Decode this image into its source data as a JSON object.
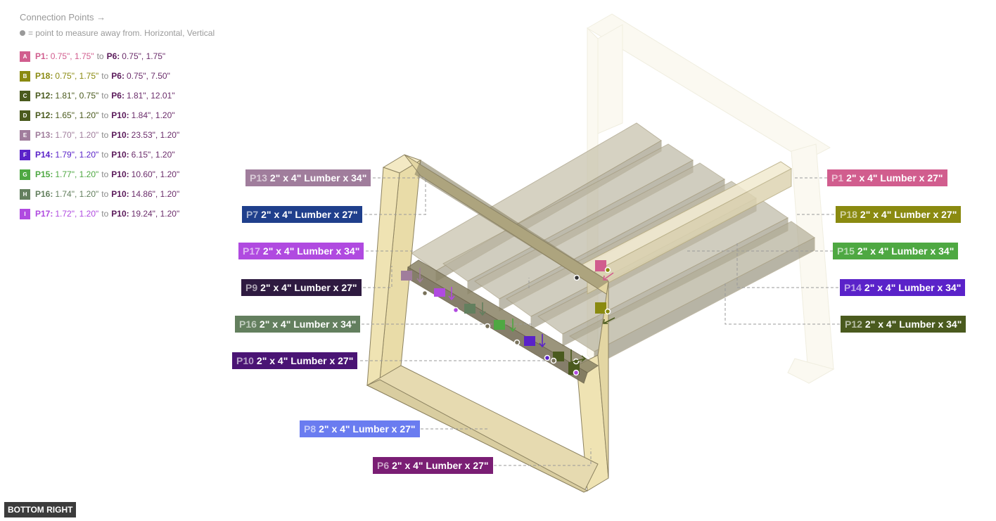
{
  "legend": {
    "title": "Connection Points →",
    "subtitle": "= point to measure away from. Horizontal, Vertical",
    "to_word": "to",
    "items": [
      {
        "letter": "A",
        "color": "#d15d8e",
        "from": "P1:",
        "from_val": "0.75\", 1.75\"",
        "to": "P6:",
        "to_val": "0.75\", 1.75\""
      },
      {
        "letter": "B",
        "color": "#8a8a10",
        "from": "P18:",
        "from_val": "0.75\", 1.75\"",
        "to": "P6:",
        "to_val": "0.75\", 7.50\""
      },
      {
        "letter": "C",
        "color": "#4a5a1e",
        "from": "P12:",
        "from_val": "1.81\", 0.75\"",
        "to": "P6:",
        "to_val": "1.81\", 12.01\""
      },
      {
        "letter": "D",
        "color": "#4a5a1e",
        "from": "P12:",
        "from_val": "1.65\", 1.20\"",
        "to": "P10:",
        "to_val": "1.84\", 1.20\""
      },
      {
        "letter": "E",
        "color": "#a07d9c",
        "from": "P13:",
        "from_val": "1.70\", 1.20\"",
        "to": "P10:",
        "to_val": "23.53\", 1.20\""
      },
      {
        "letter": "F",
        "color": "#5a22c9",
        "from": "P14:",
        "from_val": "1.79\", 1.20\"",
        "to": "P10:",
        "to_val": "6.15\", 1.20\""
      },
      {
        "letter": "G",
        "color": "#4ea842",
        "from": "P15:",
        "from_val": "1.77\", 1.20\"",
        "to": "P10:",
        "to_val": "10.60\", 1.20\""
      },
      {
        "letter": "H",
        "color": "#637f5e",
        "from": "P16:",
        "from_val": "1.74\", 1.20\"",
        "to": "P10:",
        "to_val": "14.86\", 1.20\""
      },
      {
        "letter": "I",
        "color": "#b04ae0",
        "from": "P17:",
        "from_val": "1.72\", 1.20\"",
        "to": "P10:",
        "to_val": "19.24\", 1.20\""
      }
    ]
  },
  "parts": [
    {
      "id": "P13",
      "desc": "2\" x 4\" Lumber  x 34\"",
      "color": "#a07d9c"
    },
    {
      "id": "P7",
      "desc": "2\" x 4\" Lumber  x 27\"",
      "color": "#1f3f8c"
    },
    {
      "id": "P17",
      "desc": "2\" x 4\" Lumber  x 34\"",
      "color": "#b04ae0"
    },
    {
      "id": "P9",
      "desc": "2\" x 4\" Lumber  x 27\"",
      "color": "#2e1a40"
    },
    {
      "id": "P16",
      "desc": "2\" x 4\" Lumber  x 34\"",
      "color": "#637f5e"
    },
    {
      "id": "P10",
      "desc": "2\" x 4\" Lumber  x 27\"",
      "color": "#4a1474"
    },
    {
      "id": "P8",
      "desc": "2\" x 4\" Lumber  x 27\"",
      "color": "#6a7cf0"
    },
    {
      "id": "P6",
      "desc": "2\" x 4\" Lumber  x 27\"",
      "color": "#7a1e74"
    },
    {
      "id": "P1",
      "desc": "2\" x 4\" Lumber  x 27\"",
      "color": "#d15d8e"
    },
    {
      "id": "P18",
      "desc": "2\" x 4\" Lumber  x 27\"",
      "color": "#8a8a10"
    },
    {
      "id": "P15",
      "desc": "2\" x 4\" Lumber  x 34\"",
      "color": "#4ea842"
    },
    {
      "id": "P14",
      "desc": "2\" x 4\" Lumber  x 34\"",
      "color": "#5a22c9"
    },
    {
      "id": "P12",
      "desc": "2\" x 4\" Lumber  x 34\"",
      "color": "#4a5a1e"
    }
  ],
  "view_label": "BOTTOM RIGHT"
}
